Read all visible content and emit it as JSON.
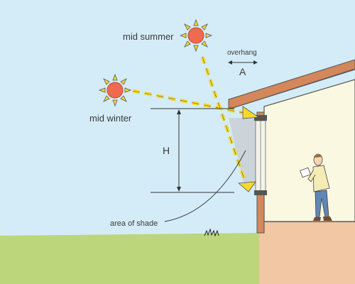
{
  "labels": {
    "summer": "mid summer",
    "winter": "mid winter",
    "overhang": "overhang",
    "overhang_dim": "A",
    "height_dim": "H",
    "shade": "area of shade"
  },
  "colors": {
    "sky": "#d4ecf7",
    "ground": "#bcd67c",
    "soil": "#f2c7a3",
    "wall": "#fbf8e1",
    "roof": "#d3875a",
    "sun": "#ef6a4e",
    "ray": "#f4d92c",
    "shade": "#cbd4db"
  },
  "icons": {
    "summer_sun": "sun-icon",
    "winter_sun": "sun-icon",
    "person": "person-reading-icon"
  }
}
